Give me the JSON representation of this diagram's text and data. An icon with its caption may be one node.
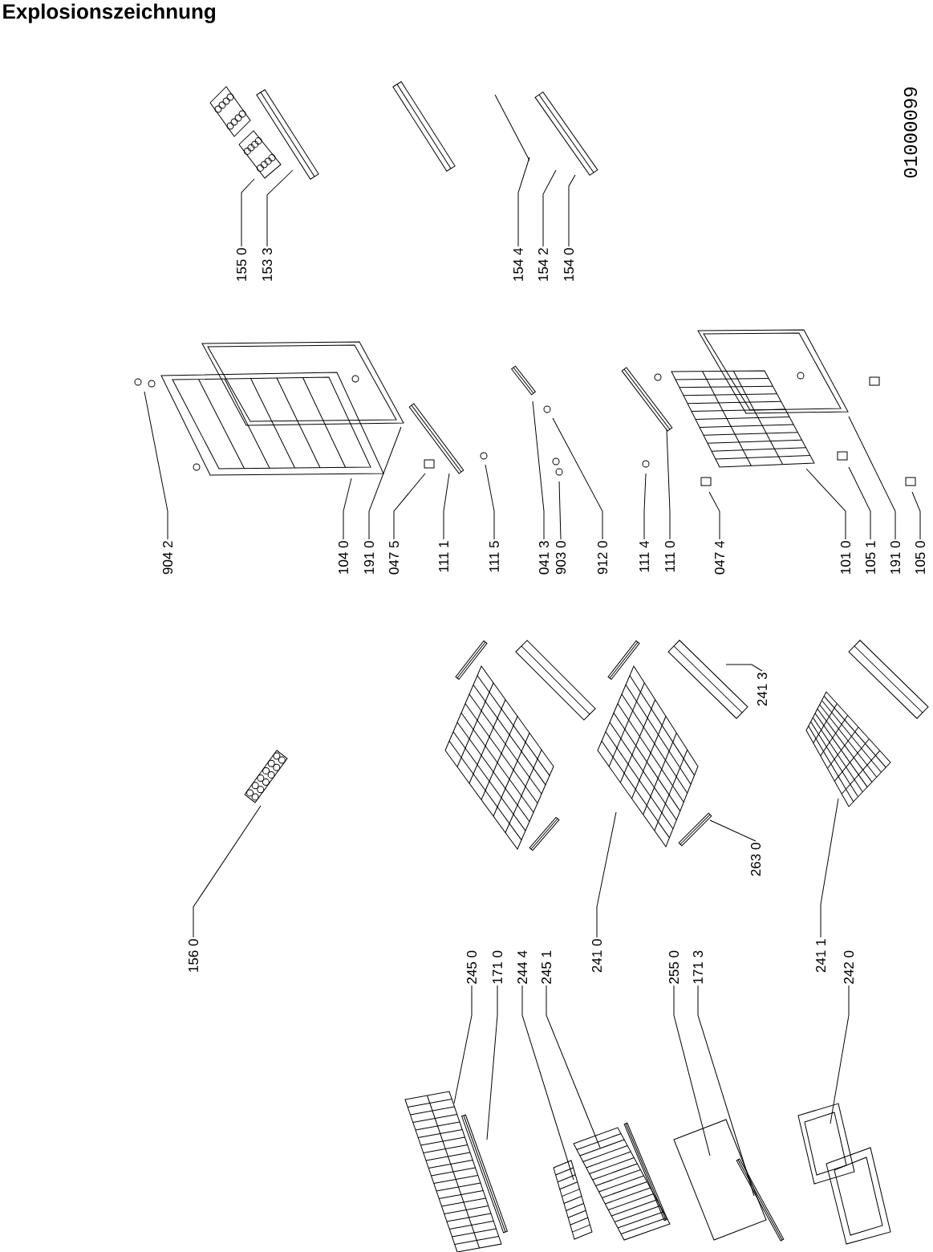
{
  "diagram": {
    "title": "Explosionszeichnung",
    "nodes": [
      {
        "text": [
          "155 0"
        ]
      },
      {
        "text": [
          "153 3"
        ]
      },
      {
        "text": [
          "154 4"
        ]
      },
      {
        "text": [
          "154 2"
        ]
      },
      {
        "text": [
          "154 0"
        ]
      },
      {
        "text": [
          "904 2"
        ]
      },
      {
        "text": [
          "104 0"
        ]
      },
      {
        "text": [
          "191 0"
        ]
      },
      {
        "text": [
          "047 5"
        ]
      },
      {
        "text": [
          "111 1"
        ]
      },
      {
        "text": [
          "111 5"
        ]
      },
      {
        "text": [
          "041 3"
        ]
      },
      {
        "text": [
          "903 0"
        ]
      },
      {
        "text": [
          "912 0"
        ]
      },
      {
        "text": [
          "111 4"
        ]
      },
      {
        "text": [
          "111 0"
        ]
      },
      {
        "text": [
          "047 4"
        ]
      },
      {
        "text": [
          "101 0"
        ]
      },
      {
        "text": [
          "105 1"
        ]
      },
      {
        "text": [
          "191 0"
        ]
      },
      {
        "text": [
          "105 0"
        ]
      },
      {
        "text": [
          "241 3"
        ]
      },
      {
        "text": [
          "263 0"
        ]
      },
      {
        "text": [
          "156 0"
        ]
      },
      {
        "text": [
          "245 0"
        ]
      },
      {
        "text": [
          "171 0"
        ]
      },
      {
        "text": [
          "244 4"
        ]
      },
      {
        "text": [
          "245 1"
        ]
      },
      {
        "text": [
          "241 0"
        ]
      },
      {
        "text": [
          "255 0"
        ]
      },
      {
        "text": [
          "171 3"
        ]
      },
      {
        "text": [
          "241 1"
        ]
      },
      {
        "text": [
          "242 0"
        ]
      }
    ],
    "edges": [
      {
        "from": 0,
        "to": null,
        "arrow": "none"
      },
      {
        "from": 1,
        "to": null,
        "arrow": "none"
      },
      {
        "from": 2,
        "to": null,
        "arrow": "none"
      },
      {
        "from": 3,
        "to": null,
        "arrow": "none"
      },
      {
        "from": 4,
        "to": null,
        "arrow": "none"
      },
      {
        "from": 5,
        "to": null,
        "arrow": "none"
      },
      {
        "from": 6,
        "to": null,
        "arrow": "none"
      },
      {
        "from": 7,
        "to": null,
        "arrow": "none"
      },
      {
        "from": 8,
        "to": null,
        "arrow": "none"
      },
      {
        "from": 9,
        "to": null,
        "arrow": "none"
      },
      {
        "from": 10,
        "to": null,
        "arrow": "none"
      },
      {
        "from": 11,
        "to": null,
        "arrow": "none"
      },
      {
        "from": 12,
        "to": null,
        "arrow": "none"
      },
      {
        "from": 13,
        "to": null,
        "arrow": "none"
      },
      {
        "from": 14,
        "to": null,
        "arrow": "none"
      },
      {
        "from": 15,
        "to": null,
        "arrow": "none"
      },
      {
        "from": 16,
        "to": null,
        "arrow": "none"
      },
      {
        "from": 17,
        "to": null,
        "arrow": "none"
      },
      {
        "from": 18,
        "to": null,
        "arrow": "none"
      },
      {
        "from": 19,
        "to": null,
        "arrow": "none"
      },
      {
        "from": 20,
        "to": null,
        "arrow": "none"
      },
      {
        "from": 21,
        "to": null,
        "arrow": "none"
      },
      {
        "from": 22,
        "to": null,
        "arrow": "none"
      },
      {
        "from": 23,
        "to": null,
        "arrow": "none"
      },
      {
        "from": 24,
        "to": null,
        "arrow": "none"
      },
      {
        "from": 25,
        "to": null,
        "arrow": "none"
      },
      {
        "from": 26,
        "to": null,
        "arrow": "none"
      },
      {
        "from": 27,
        "to": null,
        "arrow": "none"
      },
      {
        "from": 28,
        "to": null,
        "arrow": "none"
      },
      {
        "from": 29,
        "to": null,
        "arrow": "none"
      },
      {
        "from": 30,
        "to": null,
        "arrow": "none"
      },
      {
        "from": 31,
        "to": null,
        "arrow": "none"
      },
      {
        "from": 32,
        "to": null,
        "arrow": "none"
      }
    ],
    "labels": [
      "01000099"
    ]
  }
}
